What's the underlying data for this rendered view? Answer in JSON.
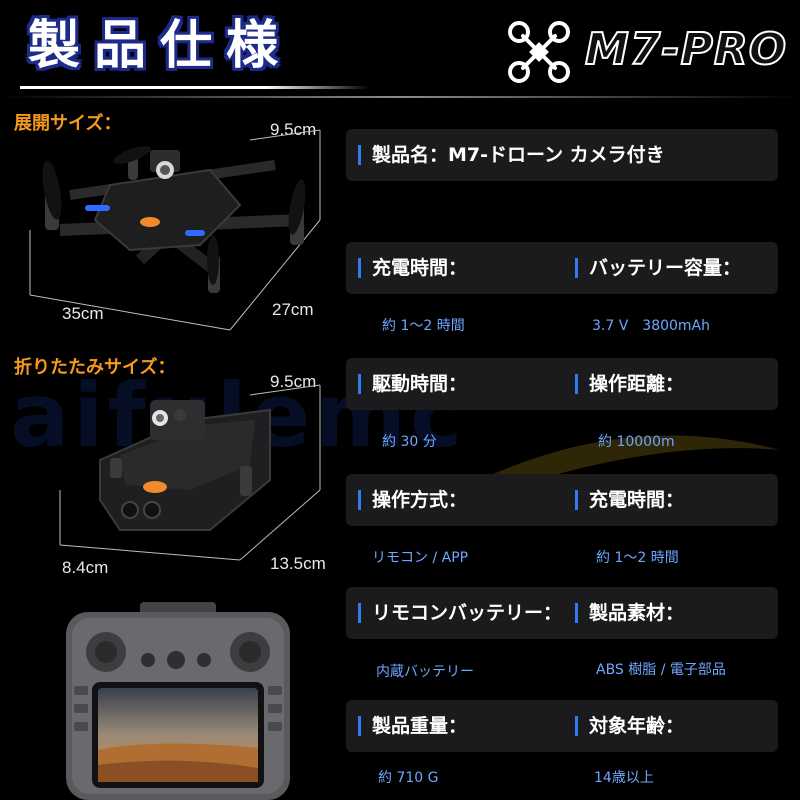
{
  "header": {
    "title": "製品仕様",
    "brand": "M7-PRO",
    "brand_icon": "drone-x-icon"
  },
  "left": {
    "unfolded_label": "展開サイズ：",
    "unfolded_height": "9.5cm",
    "unfolded_length": "35cm",
    "unfolded_width": "27cm",
    "folded_label": "折りたたみサイズ：",
    "folded_height": "9.5cm",
    "folded_length": "8.4cm",
    "folded_width": "13.5cm"
  },
  "watermark": "aifulemc",
  "colors": {
    "accent_orange": "#f79a1c",
    "accent_blue": "#2f7df0",
    "value_blue": "#6fa6ff",
    "title_outline": "#1c2a8a"
  },
  "specs": {
    "product_name": "製品名：M7-ドローン カメラ付き",
    "rows": [
      {
        "left_key": "充電時間：",
        "left_val": "約 1〜2 時間",
        "right_key": "バッテリー容量：",
        "right_val": "3.7 V　3800mAh"
      },
      {
        "left_key": "駆動時間：",
        "left_val": "約 30 分",
        "right_key": "操作距離：",
        "right_val": "約 10000m"
      },
      {
        "left_key": "操作方式：",
        "left_val": "リモコン / APP",
        "right_key": "充電時間：",
        "right_val": "約 1〜2 時間"
      },
      {
        "left_key": "リモコンバッテリー：",
        "left_val": "内蔵バッテリー",
        "right_key": "製品素材：",
        "right_val": "ABS 樹脂 / 電子部品"
      },
      {
        "left_key": "製品重量：",
        "left_val": "約 710 G",
        "right_key": "対象年齢：",
        "right_val": "14歳以上"
      }
    ]
  }
}
